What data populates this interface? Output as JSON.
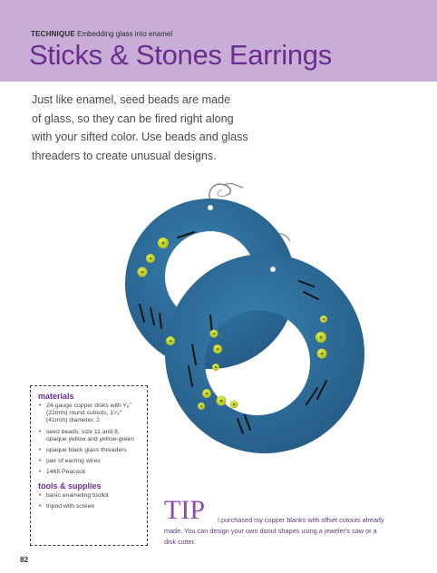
{
  "header": {
    "technique_keyword": "Technique",
    "technique_text": "Embedding glass into enamel",
    "title": "Sticks & Stones Earrings"
  },
  "intro": {
    "lines": [
      "Just like enamel, seed beads are made",
      "of glass, so they can be fired right along",
      "with your sifted color. Use beads and glass",
      "threaders to create unusual designs."
    ]
  },
  "photo": {
    "subject": "blue enamel donut earrings with yellow seed beads and black glass threaders",
    "colors": {
      "enamel": "#2f6f9e",
      "enamel_dark": "#23577f",
      "bead": "#c8d829",
      "bead_hole": "#7d8a12",
      "threader": "#1a1a1a",
      "wire": "#8a8a8a"
    }
  },
  "materials": {
    "heading": "materials",
    "items": [
      "24-gauge copper disks with ⁶⁄₈\" (22mm) round cutouts, 1⁵⁄₈\" (41mm) diameter, 2",
      "seed beads, size 11 and 8, opaque yellow and yellow-green",
      "opaque black glass threaders",
      "pair of earring wires",
      "1465 Peacock"
    ],
    "tools_heading": "tools & supplies",
    "tools": [
      "basic enameling toolkit",
      "tripod with screen"
    ]
  },
  "tip": {
    "label": "TIP",
    "text": "I purchased my copper blanks with offset cutouts already made. You can design your own donut shapes using a jeweler's saw or a disk cutter."
  },
  "page_number": "82",
  "colors": {
    "header_band": "#c8aed6",
    "title": "#6b2d8e",
    "tip_label": "#8a4ab0"
  }
}
